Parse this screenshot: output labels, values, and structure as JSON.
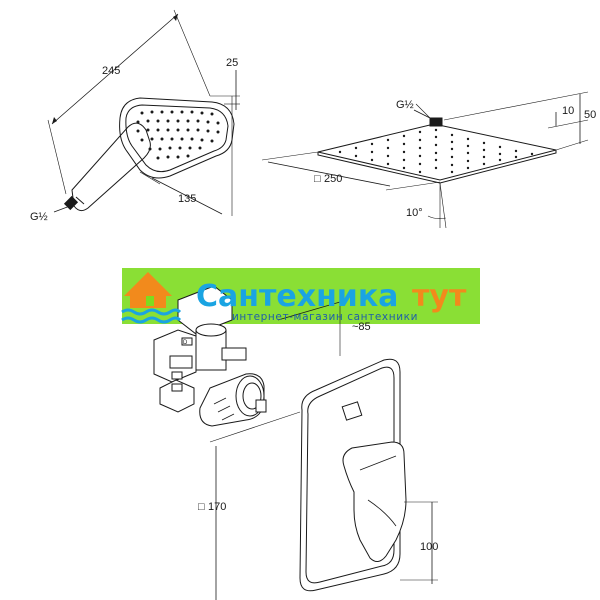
{
  "hand_shower": {
    "length_label": "245",
    "head_depth_label": "25",
    "head_width_label": "135",
    "thread_label": "G½"
  },
  "overhead_shower": {
    "thread_label": "G½",
    "plate_thickness_label": "10",
    "total_height_label": "50",
    "size_label": "250",
    "tilt_label": "10°"
  },
  "mixer": {
    "depth_label": "~85",
    "plate_size_label": "170",
    "handle_height_label": "100"
  },
  "watermark": {
    "title_main": "Сантехника",
    "title_accent": "тут",
    "subtitle": "интернет-магазин сантехники",
    "colors": {
      "green": "#7ddc1f",
      "blue": "#1aa4e2",
      "orange": "#f28a1c",
      "dark_blue": "#1f5fa8"
    }
  }
}
